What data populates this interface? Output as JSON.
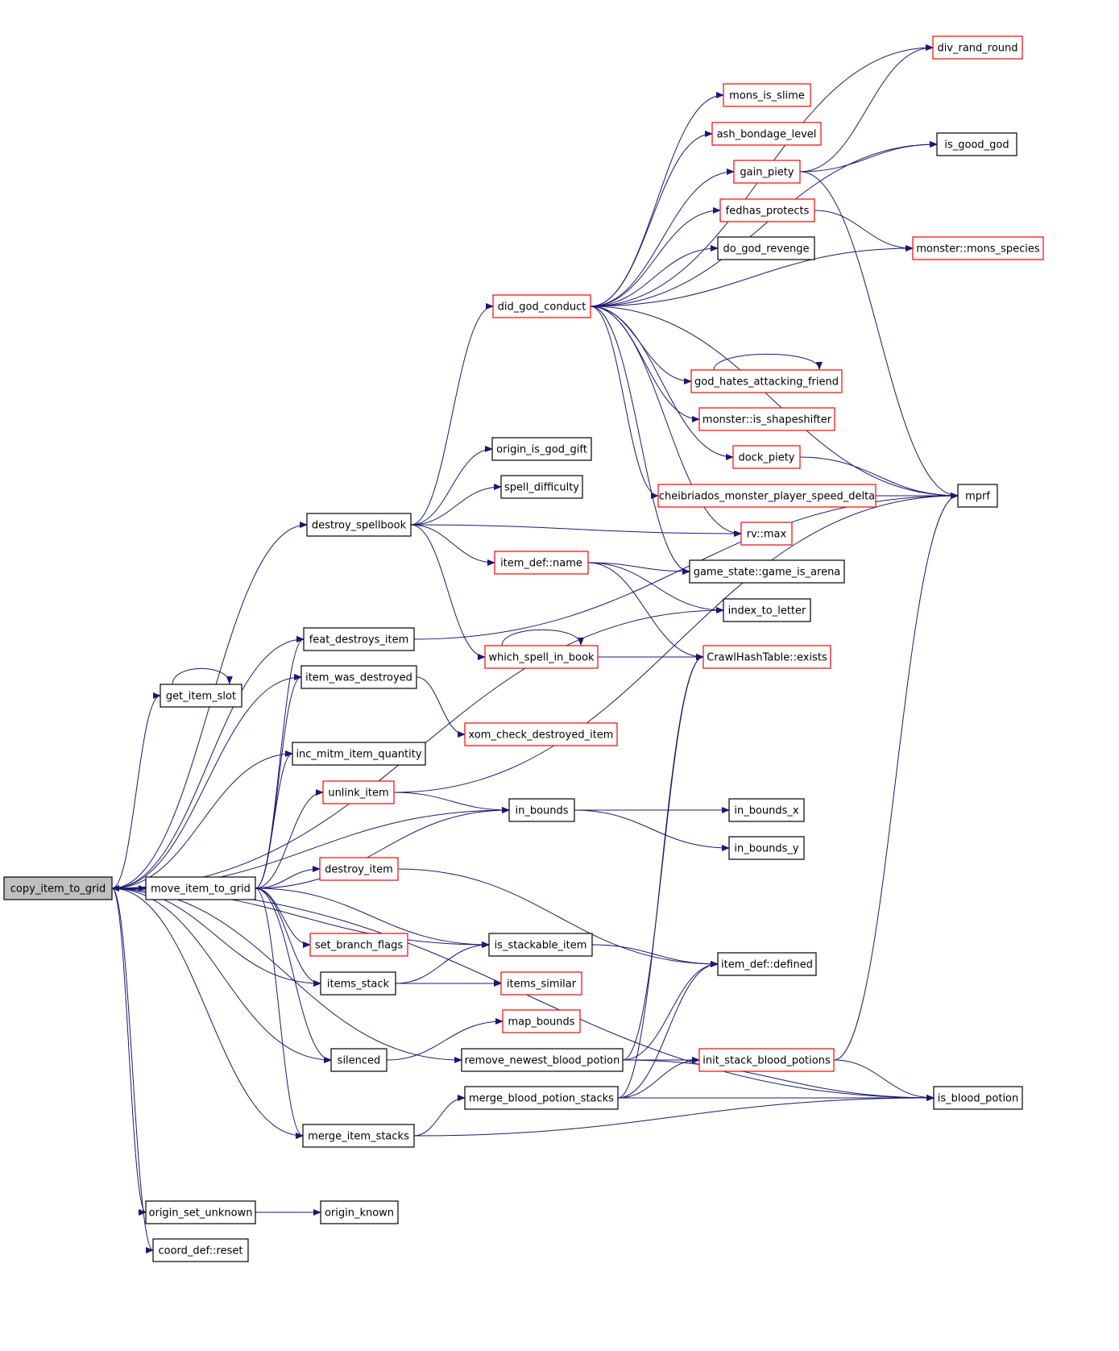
{
  "colors": {
    "edge": "#191970",
    "boxed_black": "#000000",
    "boxed_red": "#ff0000",
    "root_fill": "#bfbfbf"
  },
  "nodes": [
    {
      "id": "copy_item_to_grid",
      "label": "copy_item_to_grid",
      "border": "root"
    },
    {
      "id": "move_item_to_grid",
      "label": "move_item_to_grid",
      "border": "black"
    },
    {
      "id": "destroy_spellbook",
      "label": "destroy_spellbook",
      "border": "black"
    },
    {
      "id": "feat_destroys_item",
      "label": "feat_destroys_item",
      "border": "black"
    },
    {
      "id": "get_item_slot",
      "label": "get_item_slot",
      "border": "black"
    },
    {
      "id": "item_was_destroyed",
      "label": "item_was_destroyed",
      "border": "black"
    },
    {
      "id": "inc_mitm_item_quantity",
      "label": "inc_mitm_item_quantity",
      "border": "black"
    },
    {
      "id": "unlink_item",
      "label": "unlink_item",
      "border": "red"
    },
    {
      "id": "destroy_item",
      "label": "destroy_item",
      "border": "red"
    },
    {
      "id": "set_branch_flags",
      "label": "set_branch_flags",
      "border": "red"
    },
    {
      "id": "items_stack",
      "label": "items_stack",
      "border": "black"
    },
    {
      "id": "silenced",
      "label": "silenced",
      "border": "black"
    },
    {
      "id": "merge_item_stacks",
      "label": "merge_item_stacks",
      "border": "black"
    },
    {
      "id": "origin_set_unknown",
      "label": "origin_set_unknown",
      "border": "black"
    },
    {
      "id": "coord_def_reset",
      "label": "coord_def::reset",
      "border": "black"
    },
    {
      "id": "origin_known",
      "label": "origin_known",
      "border": "black"
    },
    {
      "id": "did_god_conduct",
      "label": "did_god_conduct",
      "border": "red"
    },
    {
      "id": "origin_is_god_gift",
      "label": "origin_is_god_gift",
      "border": "black"
    },
    {
      "id": "spell_difficulty",
      "label": "spell_difficulty",
      "border": "black"
    },
    {
      "id": "item_def_name",
      "label": "item_def::name",
      "border": "red"
    },
    {
      "id": "which_spell_in_book",
      "label": "which_spell_in_book",
      "border": "red"
    },
    {
      "id": "xom_check_destroyed_item",
      "label": "xom_check_destroyed_item",
      "border": "red"
    },
    {
      "id": "in_bounds",
      "label": "in_bounds",
      "border": "black"
    },
    {
      "id": "is_stackable_item",
      "label": "is_stackable_item",
      "border": "black"
    },
    {
      "id": "items_similar",
      "label": "items_similar",
      "border": "red"
    },
    {
      "id": "map_bounds",
      "label": "map_bounds",
      "border": "red"
    },
    {
      "id": "remove_newest_blood_potion",
      "label": "remove_newest_blood_potion",
      "border": "black"
    },
    {
      "id": "merge_blood_potion_stacks",
      "label": "merge_blood_potion_stacks",
      "border": "black"
    },
    {
      "id": "mons_is_slime",
      "label": "mons_is_slime",
      "border": "red"
    },
    {
      "id": "ash_bondage_level",
      "label": "ash_bondage_level",
      "border": "red"
    },
    {
      "id": "gain_piety",
      "label": "gain_piety",
      "border": "red"
    },
    {
      "id": "fedhas_protects",
      "label": "fedhas_protects",
      "border": "red"
    },
    {
      "id": "do_god_revenge",
      "label": "do_god_revenge",
      "border": "black"
    },
    {
      "id": "god_hates_attacking_friend",
      "label": "god_hates_attacking_friend",
      "border": "red"
    },
    {
      "id": "monster_is_shapeshifter",
      "label": "monster::is_shapeshifter",
      "border": "red"
    },
    {
      "id": "dock_piety",
      "label": "dock_piety",
      "border": "red"
    },
    {
      "id": "cheibriados_monster_player_speed_delta",
      "label": "cheibriados_monster_player_speed_delta",
      "border": "red"
    },
    {
      "id": "rv_max",
      "label": "rv::max",
      "border": "red"
    },
    {
      "id": "game_is_arena",
      "label": "game_state::game_is_arena",
      "border": "black"
    },
    {
      "id": "index_to_letter",
      "label": "index_to_letter",
      "border": "black"
    },
    {
      "id": "crawlhashtable_exists",
      "label": "CrawlHashTable::exists",
      "border": "red"
    },
    {
      "id": "in_bounds_x",
      "label": "in_bounds_x",
      "border": "black"
    },
    {
      "id": "in_bounds_y",
      "label": "in_bounds_y",
      "border": "black"
    },
    {
      "id": "item_def_defined",
      "label": "item_def::defined",
      "border": "black"
    },
    {
      "id": "init_stack_blood_potions",
      "label": "init_stack_blood_potions",
      "border": "red"
    },
    {
      "id": "div_rand_round",
      "label": "div_rand_round",
      "border": "red"
    },
    {
      "id": "is_good_god",
      "label": "is_good_god",
      "border": "black"
    },
    {
      "id": "monster_mons_species",
      "label": "monster::mons_species",
      "border": "red"
    },
    {
      "id": "mprf",
      "label": "mprf",
      "border": "black"
    },
    {
      "id": "is_blood_potion",
      "label": "is_blood_potion",
      "border": "black"
    }
  ],
  "edges": [
    [
      "copy_item_to_grid",
      "move_item_to_grid"
    ],
    [
      "move_item_to_grid",
      "copy_item_to_grid"
    ],
    [
      "copy_item_to_grid",
      "destroy_spellbook"
    ],
    [
      "copy_item_to_grid",
      "index_to_letter"
    ],
    [
      "copy_item_to_grid",
      "feat_destroys_item"
    ],
    [
      "copy_item_to_grid",
      "get_item_slot"
    ],
    [
      "get_item_slot",
      "get_item_slot"
    ],
    [
      "copy_item_to_grid",
      "item_was_destroyed"
    ],
    [
      "copy_item_to_grid",
      "in_bounds"
    ],
    [
      "copy_item_to_grid",
      "inc_mitm_item_quantity"
    ],
    [
      "copy_item_to_grid",
      "items_stack"
    ],
    [
      "copy_item_to_grid",
      "is_stackable_item"
    ],
    [
      "copy_item_to_grid",
      "silenced"
    ],
    [
      "copy_item_to_grid",
      "remove_newest_blood_potion"
    ],
    [
      "copy_item_to_grid",
      "merge_item_stacks"
    ],
    [
      "copy_item_to_grid",
      "is_blood_potion"
    ],
    [
      "copy_item_to_grid",
      "origin_set_unknown"
    ],
    [
      "copy_item_to_grid",
      "coord_def_reset"
    ],
    [
      "move_item_to_grid",
      "feat_destroys_item"
    ],
    [
      "move_item_to_grid",
      "item_was_destroyed"
    ],
    [
      "move_item_to_grid",
      "inc_mitm_item_quantity"
    ],
    [
      "move_item_to_grid",
      "unlink_item"
    ],
    [
      "move_item_to_grid",
      "in_bounds"
    ],
    [
      "move_item_to_grid",
      "destroy_item"
    ],
    [
      "move_item_to_grid",
      "is_stackable_item"
    ],
    [
      "move_item_to_grid",
      "set_branch_flags"
    ],
    [
      "move_item_to_grid",
      "items_stack"
    ],
    [
      "move_item_to_grid",
      "silenced"
    ],
    [
      "move_item_to_grid",
      "merge_item_stacks"
    ],
    [
      "destroy_spellbook",
      "did_god_conduct"
    ],
    [
      "destroy_spellbook",
      "origin_is_god_gift"
    ],
    [
      "destroy_spellbook",
      "spell_difficulty"
    ],
    [
      "destroy_spellbook",
      "rv_max"
    ],
    [
      "destroy_spellbook",
      "item_def_name"
    ],
    [
      "destroy_spellbook",
      "which_spell_in_book"
    ],
    [
      "which_spell_in_book",
      "which_spell_in_book"
    ],
    [
      "which_spell_in_book",
      "crawlhashtable_exists"
    ],
    [
      "item_def_name",
      "game_is_arena"
    ],
    [
      "item_def_name",
      "index_to_letter"
    ],
    [
      "item_def_name",
      "crawlhashtable_exists"
    ],
    [
      "feat_destroys_item",
      "mprf"
    ],
    [
      "item_was_destroyed",
      "xom_check_destroyed_item"
    ],
    [
      "unlink_item",
      "in_bounds"
    ],
    [
      "unlink_item",
      "mprf"
    ],
    [
      "in_bounds",
      "in_bounds_x"
    ],
    [
      "in_bounds",
      "in_bounds_y"
    ],
    [
      "destroy_item",
      "item_def_defined"
    ],
    [
      "is_stackable_item",
      "item_def_defined"
    ],
    [
      "items_stack",
      "is_stackable_item"
    ],
    [
      "items_stack",
      "items_similar"
    ],
    [
      "silenced",
      "map_bounds"
    ],
    [
      "merge_item_stacks",
      "merge_blood_potion_stacks"
    ],
    [
      "merge_item_stacks",
      "is_blood_potion"
    ],
    [
      "remove_newest_blood_potion",
      "item_def_defined"
    ],
    [
      "remove_newest_blood_potion",
      "init_stack_blood_potions"
    ],
    [
      "remove_newest_blood_potion",
      "is_blood_potion"
    ],
    [
      "remove_newest_blood_potion",
      "crawlhashtable_exists"
    ],
    [
      "merge_blood_potion_stacks",
      "item_def_defined"
    ],
    [
      "merge_blood_potion_stacks",
      "init_stack_blood_potions"
    ],
    [
      "merge_blood_potion_stacks",
      "is_blood_potion"
    ],
    [
      "merge_blood_potion_stacks",
      "crawlhashtable_exists"
    ],
    [
      "init_stack_blood_potions",
      "is_blood_potion"
    ],
    [
      "init_stack_blood_potions",
      "mprf"
    ],
    [
      "origin_set_unknown",
      "origin_known"
    ],
    [
      "did_god_conduct",
      "div_rand_round"
    ],
    [
      "did_god_conduct",
      "mons_is_slime"
    ],
    [
      "did_god_conduct",
      "ash_bondage_level"
    ],
    [
      "did_god_conduct",
      "is_good_god"
    ],
    [
      "did_god_conduct",
      "gain_piety"
    ],
    [
      "did_god_conduct",
      "fedhas_protects"
    ],
    [
      "did_god_conduct",
      "do_god_revenge"
    ],
    [
      "did_god_conduct",
      "monster_mons_species"
    ],
    [
      "did_god_conduct",
      "mprf"
    ],
    [
      "did_god_conduct",
      "god_hates_attacking_friend"
    ],
    [
      "god_hates_attacking_friend",
      "god_hates_attacking_friend"
    ],
    [
      "did_god_conduct",
      "monster_is_shapeshifter"
    ],
    [
      "did_god_conduct",
      "dock_piety"
    ],
    [
      "did_god_conduct",
      "cheibriados_monster_player_speed_delta"
    ],
    [
      "did_god_conduct",
      "rv_max"
    ],
    [
      "did_god_conduct",
      "game_is_arena"
    ],
    [
      "gain_piety",
      "div_rand_round"
    ],
    [
      "gain_piety",
      "is_good_god"
    ],
    [
      "gain_piety",
      "mprf"
    ],
    [
      "fedhas_protects",
      "monster_mons_species"
    ],
    [
      "dock_piety",
      "mprf"
    ],
    [
      "cheibriados_monster_player_speed_delta",
      "mprf"
    ]
  ]
}
